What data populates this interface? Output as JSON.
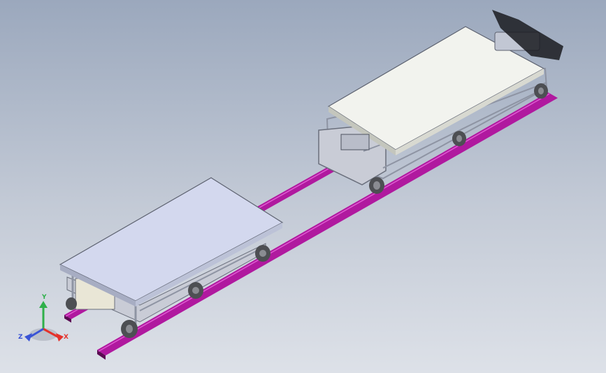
{
  "viewport": {
    "background_top": "#9ba8bd",
    "background_bottom": "#dde1e8"
  },
  "model": {
    "rail_color": "#b0199f",
    "deck_color_near": "#d3d8ee",
    "deck_color_far": "#f2f3ee",
    "frame_color": "#b4b9c8",
    "wheel_color": "#4d4f53"
  },
  "triad": {
    "x_label": "X",
    "y_label": "Y",
    "z_label": "Z",
    "x_color": "#e4322b",
    "y_color": "#2fb04a",
    "z_color": "#3a54d6"
  }
}
